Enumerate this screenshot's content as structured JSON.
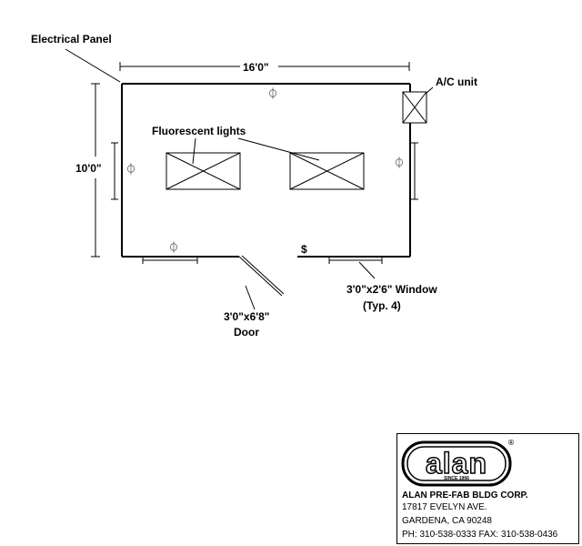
{
  "labels": {
    "electrical_panel": "Electrical Panel",
    "width_dim": "16'0\"",
    "height_dim": "10'0\"",
    "ac_unit": "A/C unit",
    "fluorescent_lights": "Fluorescent lights",
    "window_line1": "3'0\"x2'6\" Window",
    "window_line2": "(Typ. 4)",
    "door_line1": "3'0\"x6'8\"",
    "door_line2": "Door"
  },
  "symbols": {
    "outlet": "⏀",
    "switch": "$"
  },
  "title_block": {
    "logo_text": "alan",
    "logo_since": "SINCE 1966",
    "logo_registered": "®",
    "company": "ALAN PRE-FAB BLDG CORP.",
    "address1": "17817 EVELYN AVE.",
    "address2": "GARDENA, CA 90248",
    "phone_fax": "PH: 310-538-0333   FAX: 310-538-0436"
  }
}
